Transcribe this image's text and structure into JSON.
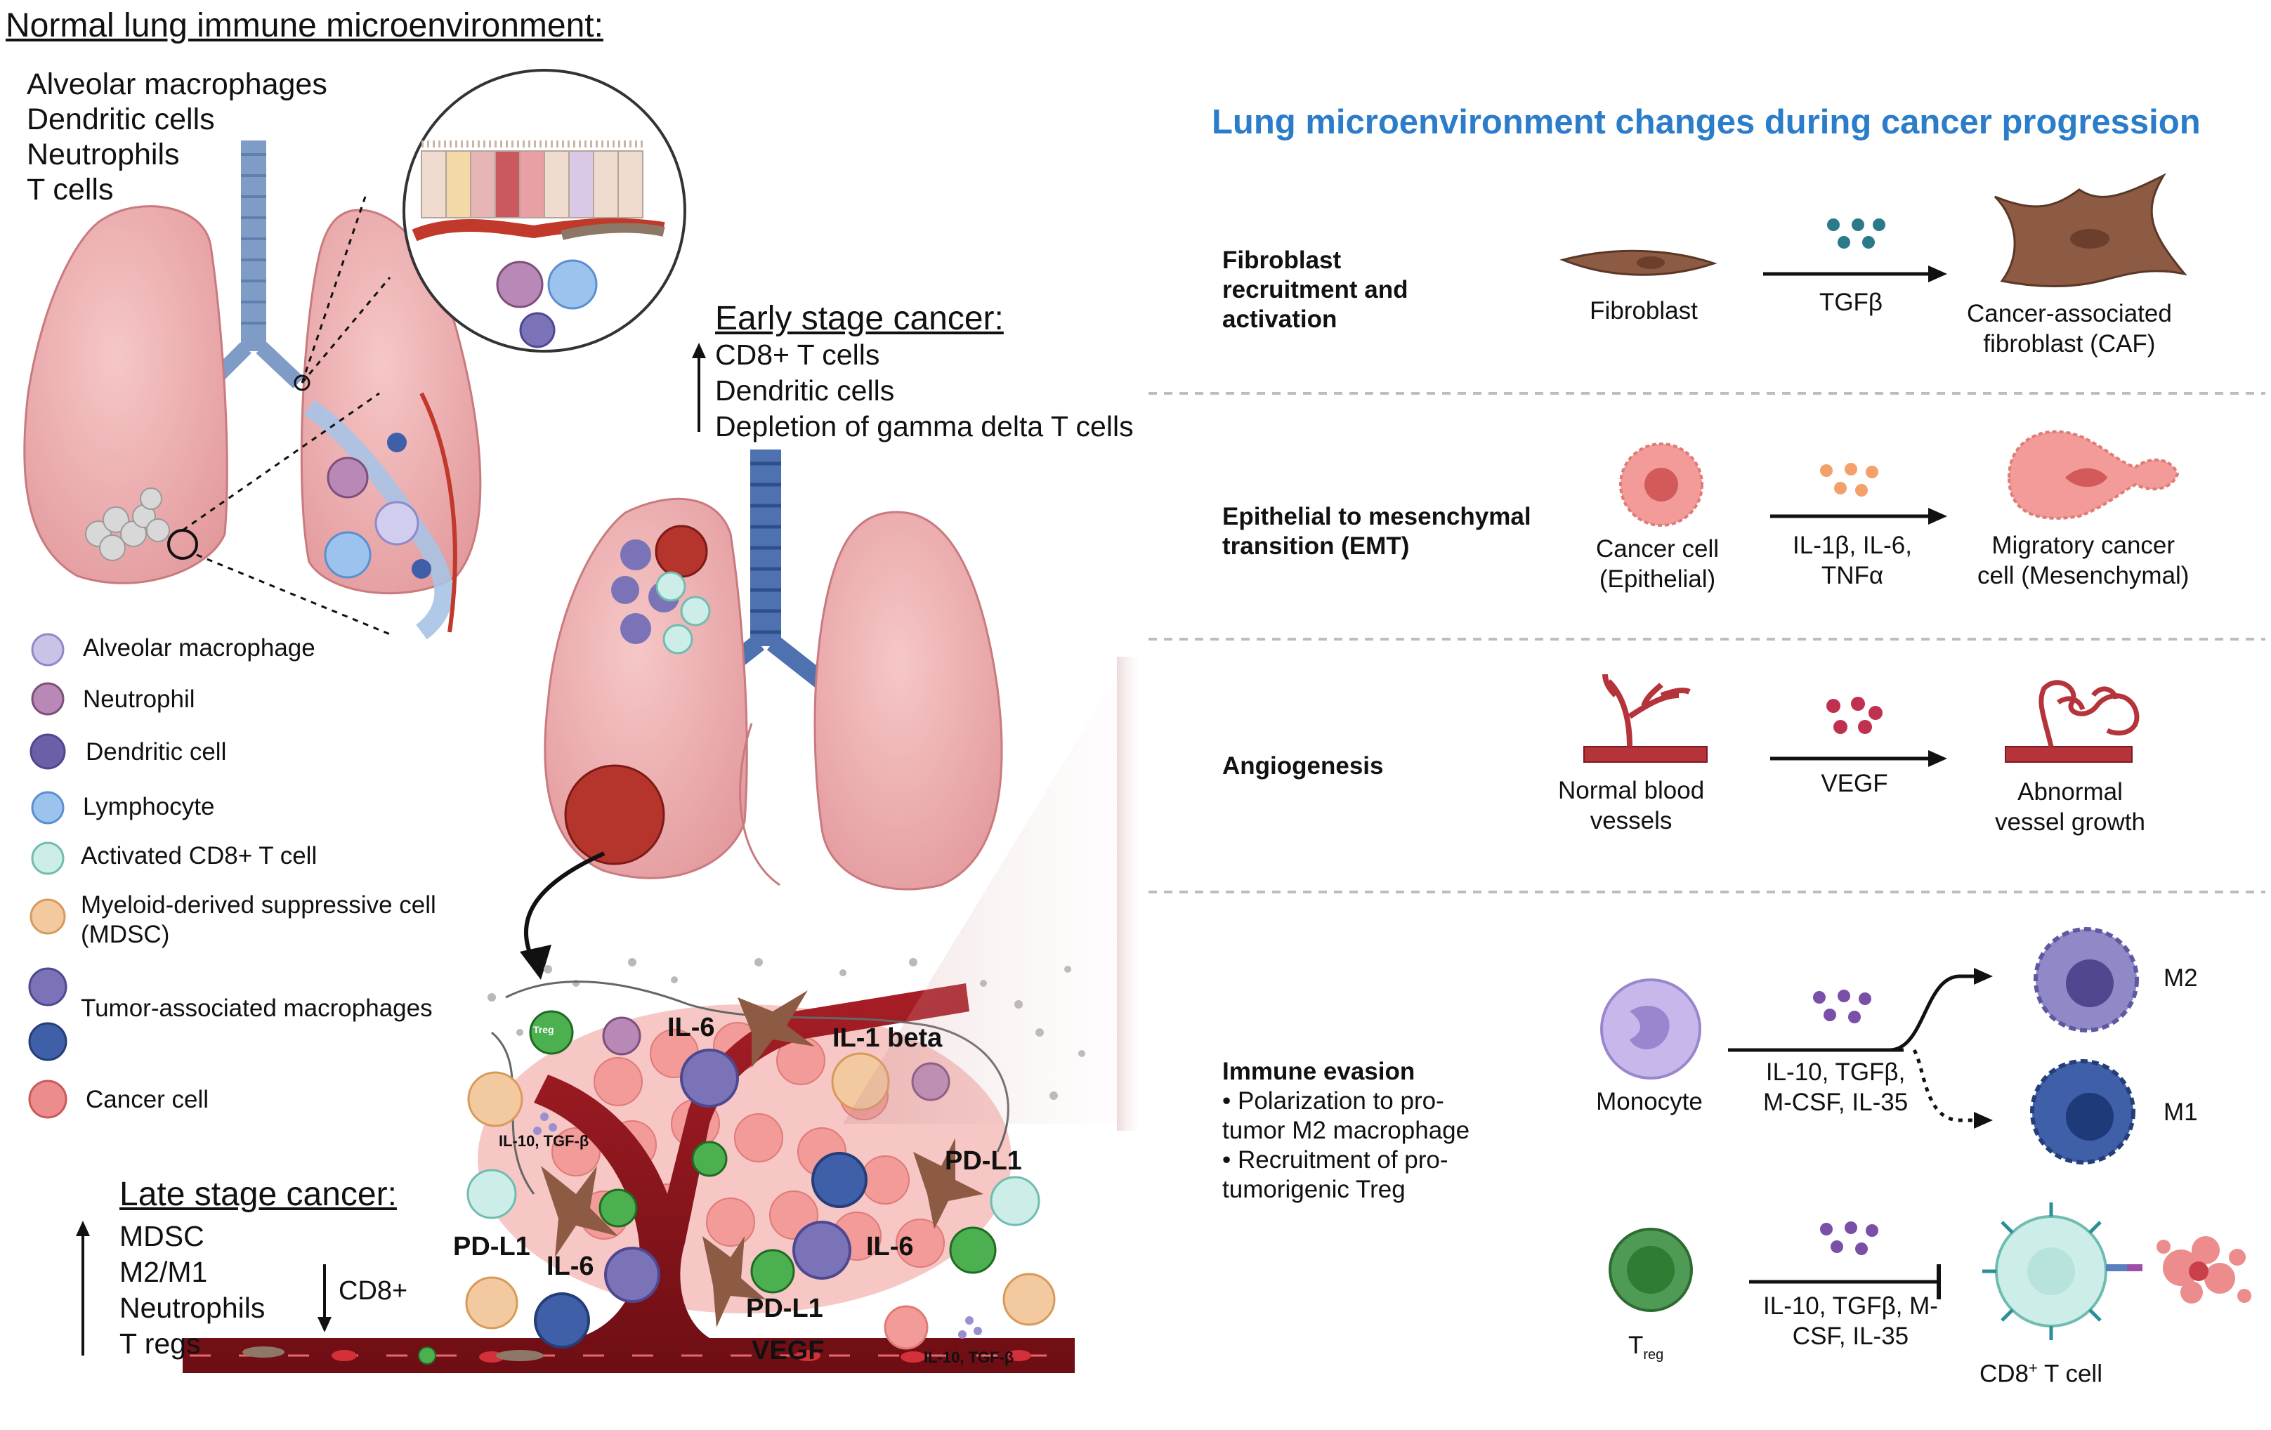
{
  "normal": {
    "title": "Normal lung immune microenvironment:",
    "cells": [
      "Alveolar macrophages",
      "Dendritic cells",
      "Neutrophils",
      "T cells"
    ]
  },
  "early": {
    "title": "Early stage cancer:",
    "items": [
      "CD8+ T cells",
      "Dendritic cells",
      "Depletion of gamma delta T cells"
    ]
  },
  "late": {
    "title": "Late stage cancer:",
    "up_items": [
      "MDSC",
      "M2/M1",
      "Neutrophils",
      "T regs"
    ],
    "down_item": "CD8+"
  },
  "legend": [
    {
      "label": "Alveolar macrophage",
      "color": "#c9c3e8"
    },
    {
      "label": "Neutrophil",
      "color": "#b889b6"
    },
    {
      "label": "Dendritic cell",
      "color": "#6b5fa8"
    },
    {
      "label": "Lymphocyte",
      "color": "#9cc3ee"
    },
    {
      "label": "Activated CD8+ T cell",
      "color": "#cdeee8"
    },
    {
      "label": "Myeloid-derived suppressive cell",
      "label2": "(MDSC)",
      "color": "#f3c9a0"
    },
    {
      "label": "Tumor-associated macrophages",
      "color": "#7b73b8"
    },
    {
      "label": "",
      "color": "#3f5fa8"
    },
    {
      "label": "Cancer cell",
      "color": "#ec8c8c"
    }
  ],
  "tme_labels": {
    "il6_a": "IL-6",
    "il1beta": "IL-1 beta",
    "il10_tgfb_a": "IL-10, TGF-β",
    "pdl1_a": "PD-L1",
    "pdl1_b": "PD-L1",
    "il6_b": "IL-6",
    "il6_c": "IL-6",
    "pdl1_c": "PD-L1",
    "vegf": "VEGF",
    "il10_tgfb_b": "IL-10, TGF-β",
    "treg": "Treg"
  },
  "right": {
    "title": "Lung microenvironment changes during cancer progression",
    "title_color": "#2b7cc9",
    "rows": {
      "fibro": {
        "heading": [
          "Fibroblast",
          "recruitment and",
          "activation"
        ],
        "from": [
          "Fibroblast"
        ],
        "mediator": [
          "TGFβ"
        ],
        "to": [
          "Cancer-associated",
          "fibroblast (CAF)"
        ]
      },
      "emt": {
        "heading": [
          "Epithelial to mesenchymal",
          "transition (EMT)"
        ],
        "from": [
          "Cancer cell",
          "(Epithelial)"
        ],
        "mediator": [
          "IL-1β, IL-6,",
          "TNFα"
        ],
        "to": [
          "Migratory cancer",
          "cell (Mesenchymal)"
        ]
      },
      "angio": {
        "heading": [
          "Angiogenesis"
        ],
        "from": [
          "Normal blood",
          "vessels"
        ],
        "mediator": [
          "VEGF"
        ],
        "to": [
          "Abnormal",
          "vessel growth"
        ]
      },
      "immune": {
        "heading": "Immune evasion",
        "bullets": [
          "• Polarization to pro-",
          "tumor M2 macrophage",
          "• Recruitment of pro-",
          "tumorigenic Treg"
        ],
        "monocyte": "Monocyte",
        "mediator": [
          "IL-10, TGFβ,",
          "M-CSF, IL-35"
        ],
        "m2": "M2",
        "m1": "M1",
        "treg": "T",
        "treg_sub": "reg",
        "mediator2": [
          "IL-10, TGFβ, M-",
          "CSF, IL-35"
        ],
        "cd8": "CD8",
        "cd8_sup": "+",
        "cd8_suffix": " T cell"
      }
    }
  }
}
